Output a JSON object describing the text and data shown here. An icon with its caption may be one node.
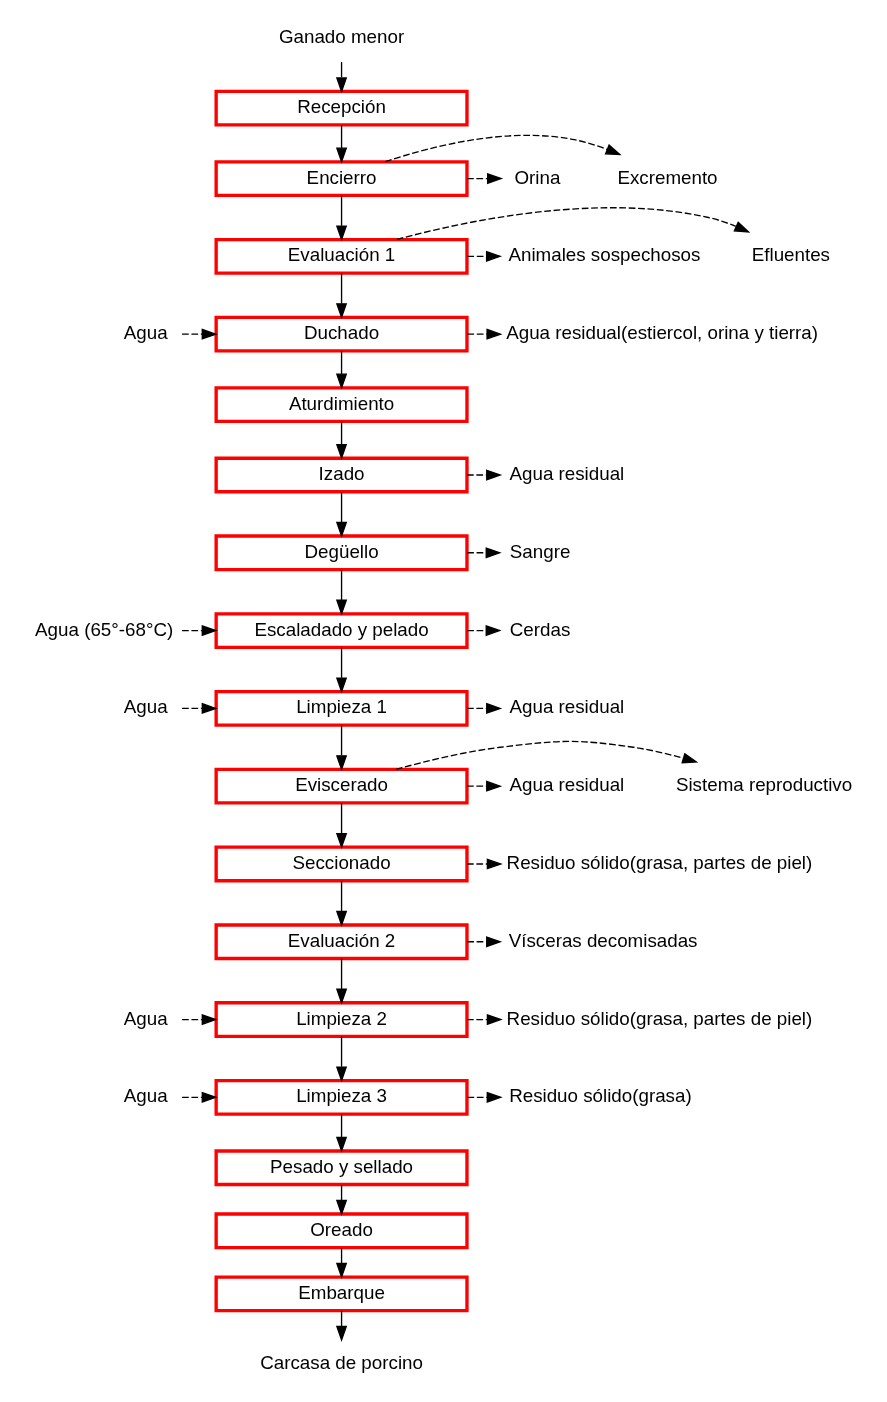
{
  "diagram": {
    "nodes": [
      {
        "text": [
          "Ganado menor"
        ]
      },
      {
        "text": [
          "Recepción"
        ]
      },
      {
        "text": [
          "Encierro"
        ]
      },
      {
        "text": [
          "Excremento"
        ]
      },
      {
        "text": [
          "Orina"
        ]
      },
      {
        "text": [
          "Evaluación 1"
        ]
      },
      {
        "text": [
          "Efluentes"
        ]
      },
      {
        "text": [
          "Animales sospechosos"
        ]
      },
      {
        "text": [
          "Agua"
        ]
      },
      {
        "text": [
          "Duchado"
        ]
      },
      {
        "text": [
          "Agua residual(estiercol, orina y tierra)"
        ]
      },
      {
        "text": [
          "Aturdimiento"
        ]
      },
      {
        "text": [
          "Izado"
        ]
      },
      {
        "text": [
          "Agua residual"
        ]
      },
      {
        "text": [
          "Degüello"
        ]
      },
      {
        "text": [
          "Sangre"
        ]
      },
      {
        "text": [
          "Agua (65°-68°C)"
        ]
      },
      {
        "text": [
          "Escaladado y pelado"
        ]
      },
      {
        "text": [
          "Cerdas"
        ]
      },
      {
        "text": [
          "Agua"
        ]
      },
      {
        "text": [
          "Limpieza 1"
        ]
      },
      {
        "text": [
          "Agua residual"
        ]
      },
      {
        "text": [
          "Eviscerado"
        ]
      },
      {
        "text": [
          "Sistema reproductivo"
        ]
      },
      {
        "text": [
          "Agua residual"
        ]
      },
      {
        "text": [
          "Seccionado"
        ]
      },
      {
        "text": [
          "Residuo sólido(grasa, partes de piel)"
        ]
      },
      {
        "text": [
          "Evaluación 2"
        ]
      },
      {
        "text": [
          "Vísceras decomisadas"
        ]
      },
      {
        "text": [
          "Agua"
        ]
      },
      {
        "text": [
          "Limpieza 2"
        ]
      },
      {
        "text": [
          "Residuo sólido(grasa, partes de piel)"
        ]
      },
      {
        "text": [
          "Agua"
        ]
      },
      {
        "text": [
          "Limpieza 3"
        ]
      },
      {
        "text": [
          "Residuo sólido(grasa)"
        ]
      },
      {
        "text": [
          "Pesado y sellado"
        ]
      },
      {
        "text": [
          "Oreado"
        ]
      },
      {
        "text": [
          "Embarque"
        ]
      },
      {
        "text": [
          "Carcasa de porcino"
        ]
      }
    ],
    "edges": [
      {
        "from": 0,
        "to": 1,
        "arrow": "to"
      },
      {
        "from": 1,
        "to": 2,
        "arrow": "to"
      },
      {
        "from": 2,
        "to": 3,
        "arrow": "to",
        "style": "dashed"
      },
      {
        "from": 2,
        "to": 4,
        "arrow": "to",
        "style": "dashed"
      },
      {
        "from": 2,
        "to": 5,
        "arrow": "to"
      },
      {
        "from": 5,
        "to": 6,
        "arrow": "to",
        "style": "dashed"
      },
      {
        "from": 5,
        "to": 7,
        "arrow": "to",
        "style": "dashed"
      },
      {
        "from": 5,
        "to": 9,
        "arrow": "to"
      },
      {
        "from": 8,
        "to": 9,
        "arrow": "to",
        "style": "dashed"
      },
      {
        "from": 9,
        "to": 10,
        "arrow": "to",
        "style": "dashed"
      },
      {
        "from": 9,
        "to": 11,
        "arrow": "to"
      },
      {
        "from": 11,
        "to": 12,
        "arrow": "to"
      },
      {
        "from": 12,
        "to": 13,
        "arrow": "to",
        "style": "dashed"
      },
      {
        "from": 12,
        "to": 14,
        "arrow": "to"
      },
      {
        "from": 14,
        "to": 15,
        "arrow": "to",
        "style": "dashed"
      },
      {
        "from": 14,
        "to": 17,
        "arrow": "to"
      },
      {
        "from": 16,
        "to": 17,
        "arrow": "to",
        "style": "dashed"
      },
      {
        "from": 17,
        "to": 18,
        "arrow": "to",
        "style": "dashed"
      },
      {
        "from": 17,
        "to": 20,
        "arrow": "to"
      },
      {
        "from": 19,
        "to": 20,
        "arrow": "to",
        "style": "dashed"
      },
      {
        "from": 20,
        "to": 21,
        "arrow": "to",
        "style": "dashed"
      },
      {
        "from": 20,
        "to": 22,
        "arrow": "to"
      },
      {
        "from": 22,
        "to": 23,
        "arrow": "to",
        "style": "dashed"
      },
      {
        "from": 22,
        "to": 24,
        "arrow": "to",
        "style": "dashed"
      },
      {
        "from": 22,
        "to": 25,
        "arrow": "to"
      },
      {
        "from": 25,
        "to": 26,
        "arrow": "to",
        "style": "dashed"
      },
      {
        "from": 25,
        "to": 27,
        "arrow": "to"
      },
      {
        "from": 27,
        "to": 28,
        "arrow": "to",
        "style": "dashed"
      },
      {
        "from": 27,
        "to": 30,
        "arrow": "to"
      },
      {
        "from": 29,
        "to": 30,
        "arrow": "to",
        "style": "dashed"
      },
      {
        "from": 30,
        "to": 31,
        "arrow": "to",
        "style": "dashed"
      },
      {
        "from": 30,
        "to": 33,
        "arrow": "to"
      },
      {
        "from": 32,
        "to": 33,
        "arrow": "to",
        "style": "dashed"
      },
      {
        "from": 33,
        "to": 34,
        "arrow": "to",
        "style": "dashed"
      },
      {
        "from": 33,
        "to": 35,
        "arrow": "to"
      },
      {
        "from": 35,
        "to": 36,
        "arrow": "to"
      },
      {
        "from": 36,
        "to": 37,
        "arrow": "to"
      },
      {
        "from": 37,
        "to": 38,
        "arrow": "to"
      }
    ]
  }
}
